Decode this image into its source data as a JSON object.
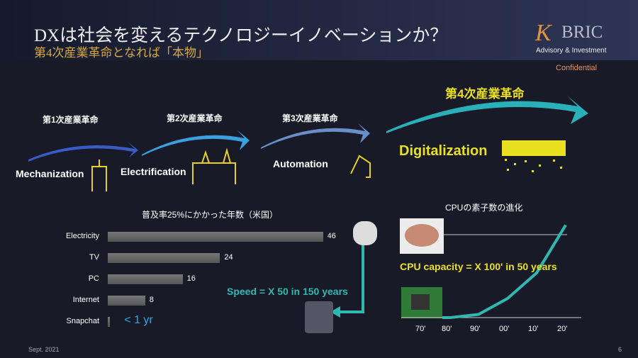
{
  "header": {
    "title": "DXは社会を変えるテクノロジーイノベーションか？",
    "subtitle": "第4次産業革命となれば「本物」",
    "logo_mark": "K",
    "logo_name": "BRIC",
    "logo_tagline": "Advisory & Investment",
    "confidential": "Confidential"
  },
  "eras": [
    {
      "title": "第1次産業革命",
      "label": "Mechanization"
    },
    {
      "title": "第2次産業革命",
      "label": "Electrification"
    },
    {
      "title": "第3次産業革命",
      "label": "Automation"
    },
    {
      "title": "第4次産業革命",
      "label": "Digitalization"
    }
  ],
  "chart_data": [
    {
      "type": "bar",
      "title": "普及率25%にかかった年数（米国）",
      "categories": [
        "Electricity",
        "TV",
        "PC",
        "Internet",
        "Snapchat"
      ],
      "values": [
        46,
        24,
        16,
        8,
        0.5
      ],
      "value_labels": [
        "46",
        "24",
        "16",
        "8",
        "< 1 yr"
      ],
      "annotation": "Speed = X 50 in 150 years"
    },
    {
      "type": "line",
      "title": "CPUの素子数の進化",
      "x": [
        "70'",
        "80'",
        "90'",
        "00'",
        "10'",
        "20'"
      ],
      "values": [
        null,
        0,
        2,
        12,
        28,
        58
      ],
      "reference_line": "brain",
      "annotation": "CPU capacity = X 100' in 50 years"
    }
  ],
  "colors": {
    "accent": "#e8e020",
    "teal": "#30b8b0",
    "gold": "#d9a93a"
  },
  "footer": {
    "date": "Sept. 2021",
    "page": "6"
  }
}
